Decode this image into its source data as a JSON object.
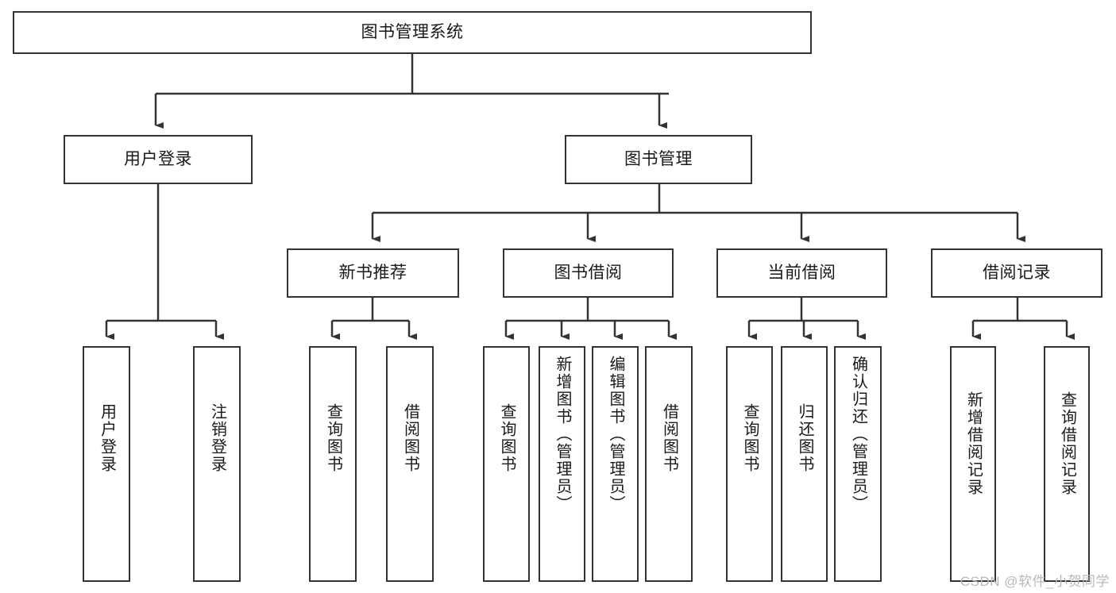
{
  "diagram": {
    "title": "图书管理系统",
    "watermark": "CSDN @软件_小贺同学",
    "root": {
      "id": "root",
      "label": "图书管理系统"
    },
    "level1": [
      {
        "id": "user-login",
        "label": "用户登录"
      },
      {
        "id": "book-management",
        "label": "图书管理"
      }
    ],
    "level2": [
      {
        "id": "new-book-recommend",
        "label": "新书推荐"
      },
      {
        "id": "book-borrow",
        "label": "图书借阅"
      },
      {
        "id": "current-borrow",
        "label": "当前借阅"
      },
      {
        "id": "borrow-record",
        "label": "借阅记录"
      }
    ],
    "leaves": [
      {
        "id": "leaf-user-login",
        "label": "用户登录",
        "parent": "user-login"
      },
      {
        "id": "leaf-logout-login",
        "label": "注销登录",
        "parent": "user-login"
      },
      {
        "id": "leaf-query-book-1",
        "label": "查询图书",
        "parent": "new-book-recommend"
      },
      {
        "id": "leaf-borrow-book-1",
        "label": "借阅图书",
        "parent": "new-book-recommend"
      },
      {
        "id": "leaf-query-book-2",
        "label": "查询图书",
        "parent": "book-borrow"
      },
      {
        "id": "leaf-add-book",
        "label": "新增图书（管理员）",
        "parent": "book-borrow"
      },
      {
        "id": "leaf-edit-book",
        "label": "编辑图书（管理员）",
        "parent": "book-borrow"
      },
      {
        "id": "leaf-borrow-book-2",
        "label": "借阅图书",
        "parent": "book-borrow"
      },
      {
        "id": "leaf-query-book-3",
        "label": "查询图书",
        "parent": "current-borrow"
      },
      {
        "id": "leaf-return-book",
        "label": "归还图书",
        "parent": "current-borrow"
      },
      {
        "id": "leaf-confirm-return",
        "label": "确认归还（管理员）",
        "parent": "current-borrow"
      },
      {
        "id": "leaf-add-record",
        "label": "新增借阅记录",
        "parent": "borrow-record"
      },
      {
        "id": "leaf-query-record",
        "label": "查询借阅记录",
        "parent": "borrow-record"
      }
    ],
    "colors": {
      "stroke": "#333333",
      "background": "#ffffff",
      "text": "#1a1a1a",
      "watermark": "#b9b9b9"
    }
  }
}
